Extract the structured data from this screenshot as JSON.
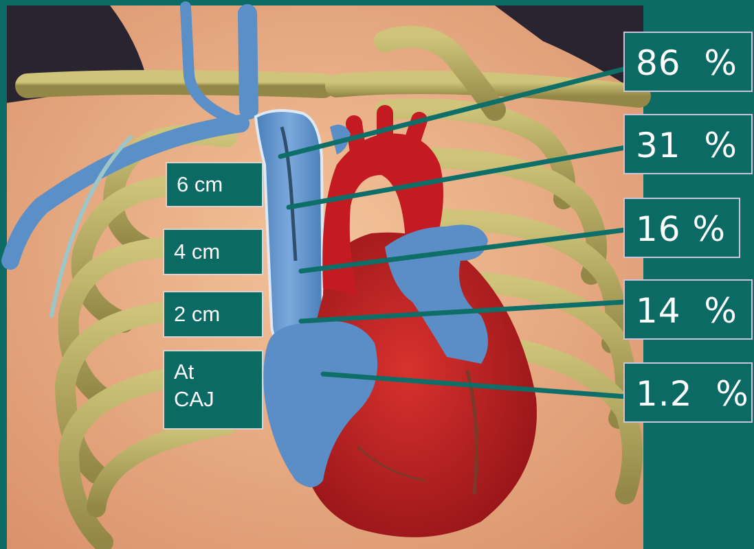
{
  "level_labels": [
    "6 cm",
    "4 cm",
    "2 cm",
    "At\nCAJ"
  ],
  "percentages": [
    "86  %",
    "31  %",
    "16 %",
    "14  %",
    "1.2  %"
  ],
  "colors": {
    "background_teal": "#0d6b66",
    "box_fill": "#0b6a63",
    "leader_line": "#0e6e68",
    "vein_blue": "#5a8fc8",
    "heart_red": "#c41b22",
    "rib_olive": "#b5a860"
  }
}
